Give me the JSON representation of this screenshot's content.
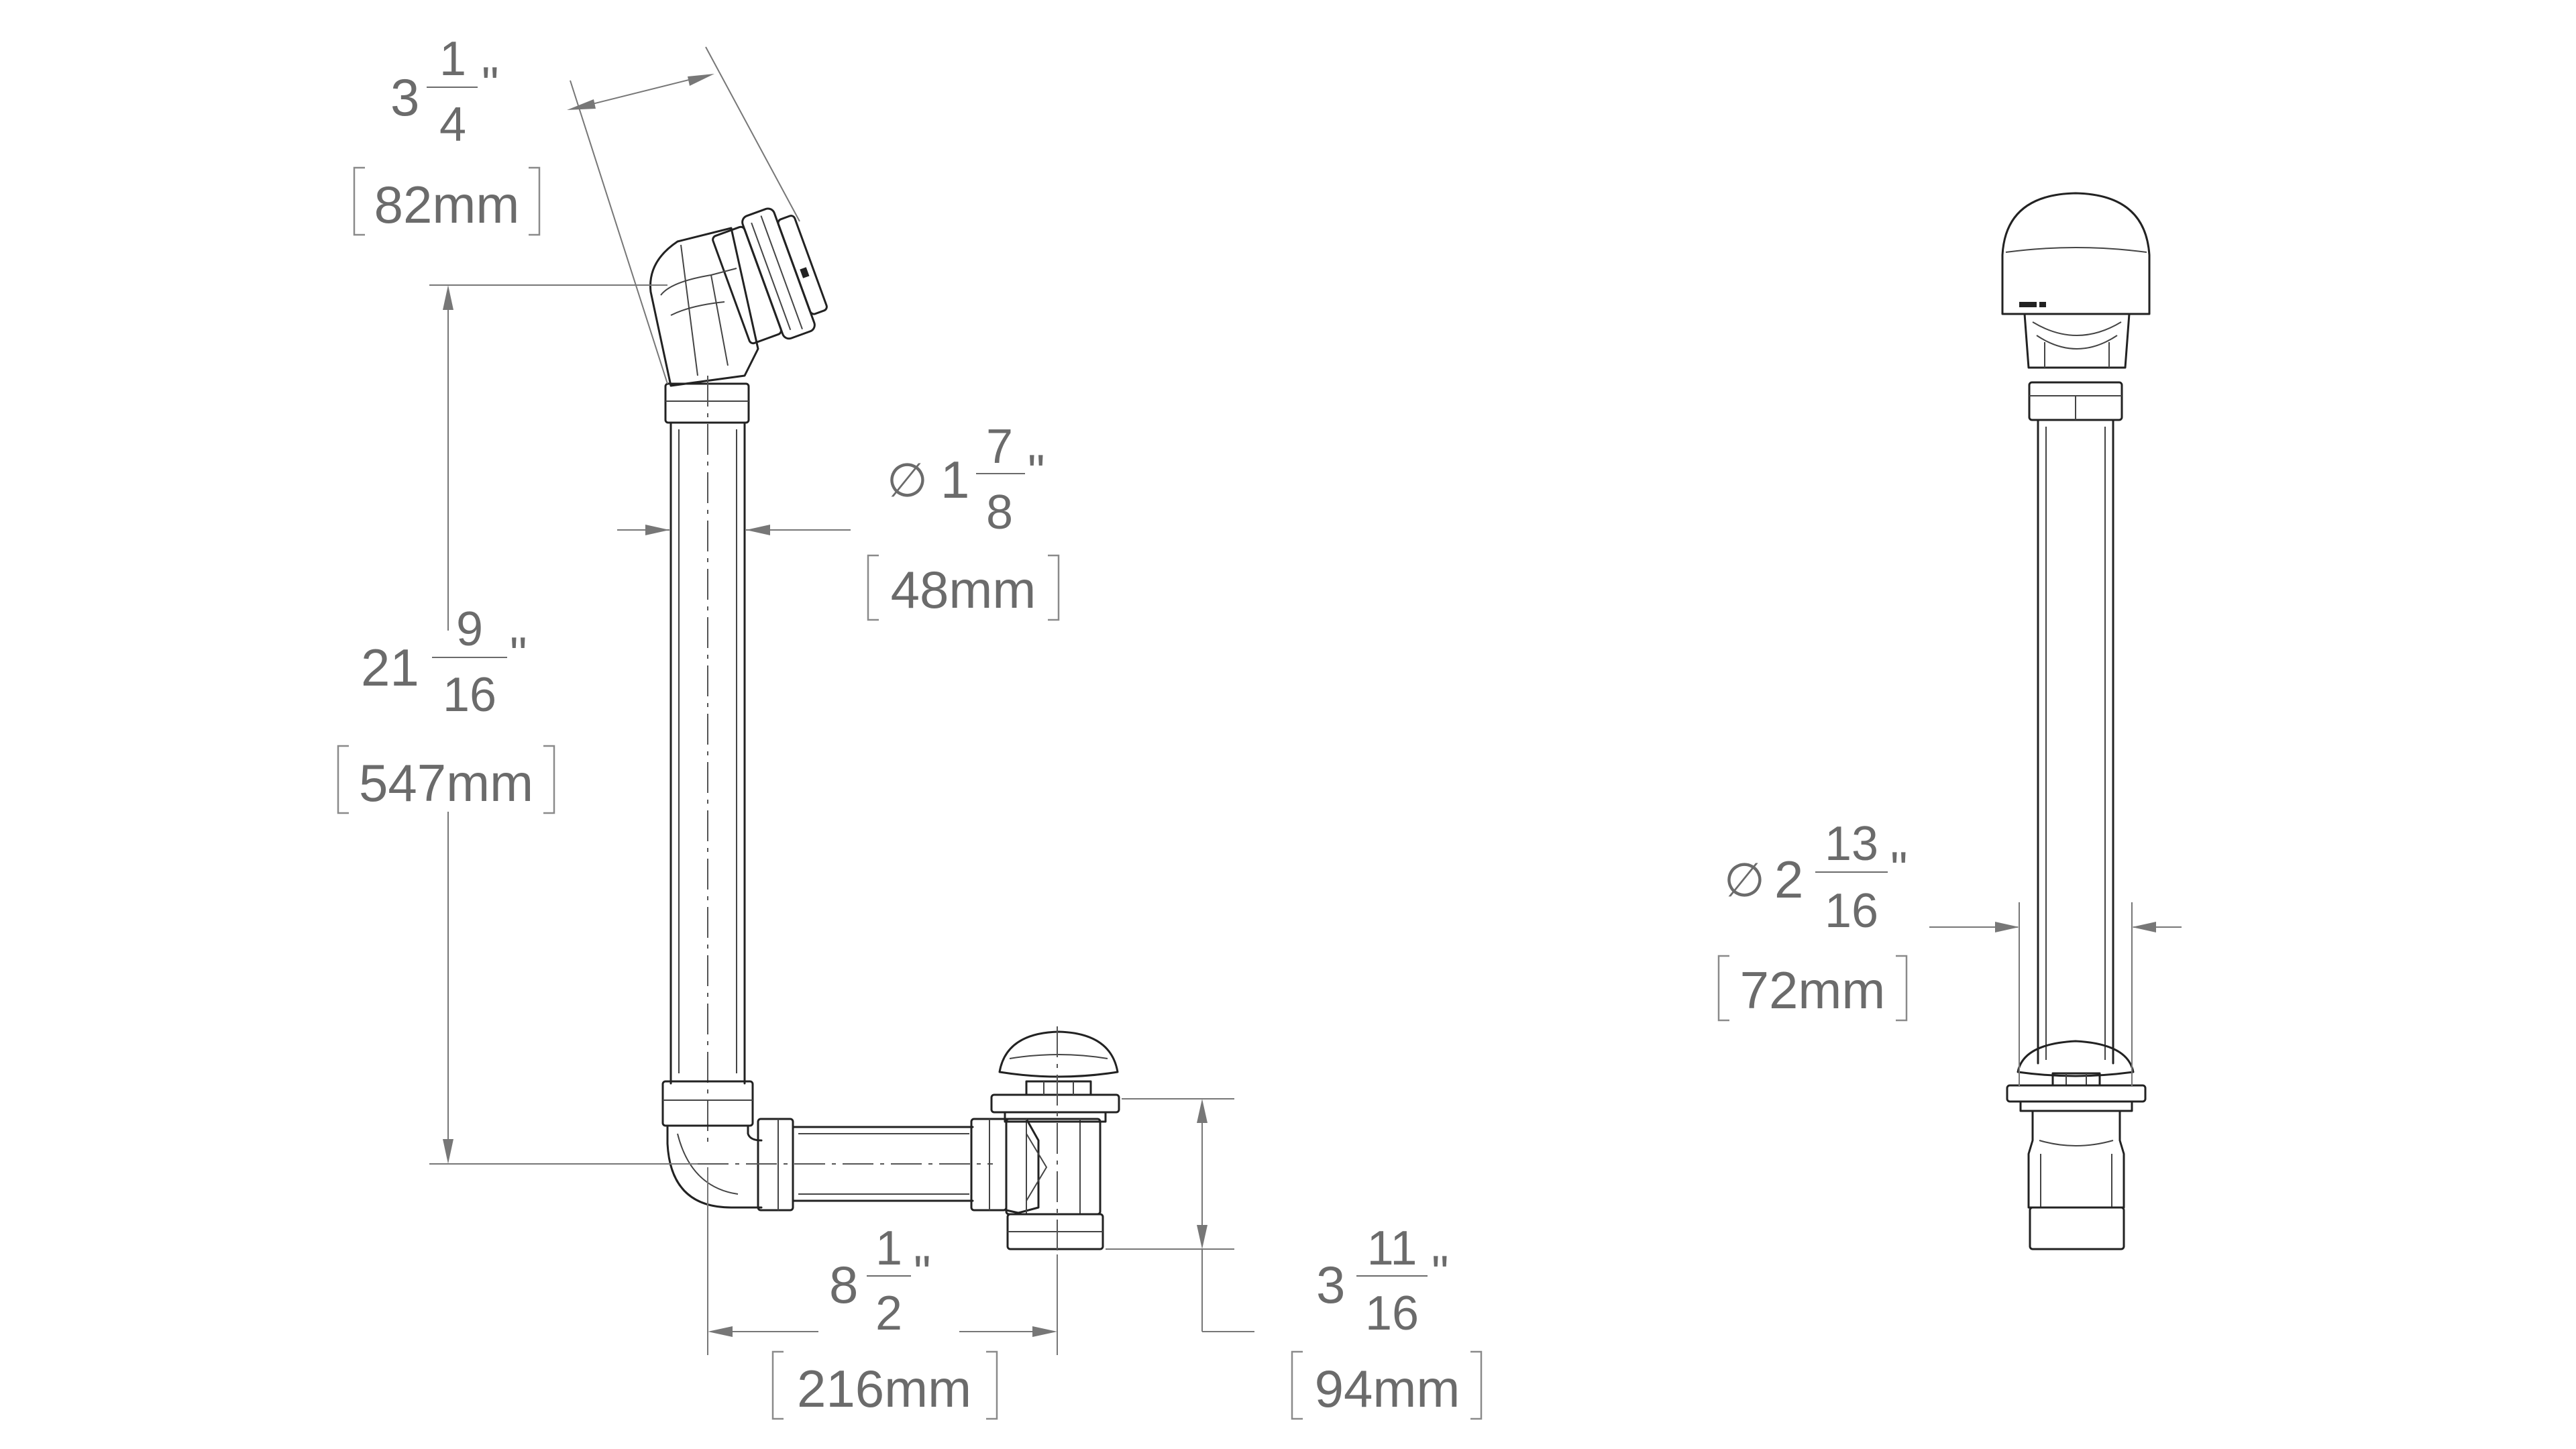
{
  "dimensions": {
    "elbow_offset": {
      "whole": "3",
      "num": "1",
      "den": "4",
      "inch": "\"",
      "metric": "82mm"
    },
    "pipe_diameter": {
      "symbol": "∅",
      "whole": "1",
      "num": "7",
      "den": "8",
      "inch": "\"",
      "metric": "48mm"
    },
    "vertical_height": {
      "whole": "21",
      "num": "9",
      "den": "16",
      "inch": "\"",
      "metric": "547mm"
    },
    "horizontal_length": {
      "whole": "8",
      "num": "1",
      "den": "2",
      "inch": "\"",
      "metric": "216mm"
    },
    "drain_height": {
      "whole": "3",
      "num": "11",
      "den": "16",
      "inch": "\"",
      "metric": "94mm"
    },
    "overflow_diameter": {
      "symbol": "∅",
      "whole": "2",
      "num": "13",
      "den": "16",
      "inch": "\"",
      "metric": "72mm"
    }
  },
  "colors": {
    "object_line": "#222222",
    "dimension_line": "#777777",
    "dimension_text": "#6b6b6b"
  }
}
